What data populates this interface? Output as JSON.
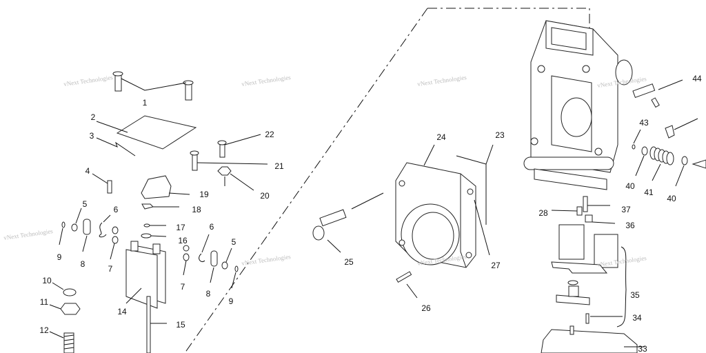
{
  "watermark": "vNext Technologies",
  "callouts": [
    "1",
    "2",
    "3",
    "4",
    "5",
    "6",
    "9",
    "8",
    "7",
    "10",
    "11",
    "12",
    "14",
    "15",
    "16",
    "17",
    "18",
    "19",
    "6",
    "5",
    "7",
    "8",
    "9",
    "22",
    "21",
    "20",
    "24",
    "23",
    "25",
    "26",
    "27",
    "44",
    "43",
    "40",
    "41",
    "40",
    "28",
    "37",
    "36",
    "35",
    "34",
    "33"
  ]
}
